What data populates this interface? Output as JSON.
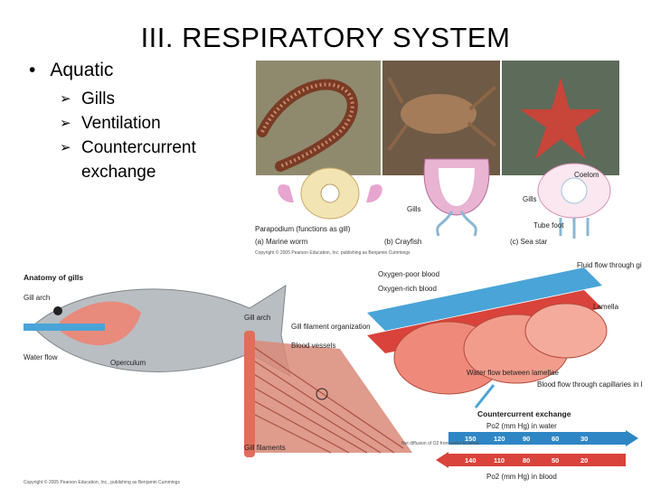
{
  "title": "III.  RESPIRATORY SYSTEM",
  "bullets": {
    "main": "Aquatic",
    "items": [
      "Gills",
      "Ventilation",
      "Countercurrent",
      "exchange"
    ]
  },
  "top_figure": {
    "labels": {
      "parapodium": "Parapodium (functions as gill)",
      "marine_worm": "(a) Marine worm",
      "crayfish": "(b) Crayfish",
      "sea_star": "(c) Sea star",
      "gills_crayfish": "Gills",
      "gills_star": "Gills",
      "coelom": "Coelom",
      "tube_foot": "Tube foot",
      "copyright": "Copyright © 2005 Pearson Education, Inc. publishing as Benjamin Cummings"
    }
  },
  "bottom_figure": {
    "labels": {
      "anatomy": "Anatomy of gills",
      "gill_arch_a": "Gill arch",
      "water_flow": "Water flow",
      "operculum": "Operculum",
      "gill_arch_b": "Gill arch",
      "filament_org": "Gill filament organization",
      "blood_vessels": "Blood vessels",
      "gill_filaments": "Gill filaments",
      "oxygen_poor": "Oxygen-poor blood",
      "oxygen_rich": "Oxygen-rich blood",
      "fluid_flow": "Fluid flow through gill filament",
      "lamella": "Lamella",
      "water_between": "Water flow between lamellae",
      "blood_flow": "Blood flow through capillaries in lamella",
      "countercurrent": "Countercurrent exchange",
      "po2_water": "Po2 (mm Hg) in water",
      "po2_blood": "Po2 (mm Hg) in blood",
      "net_diffusion": "Net diffusion of O2 from water to blood",
      "copyright": "Copyright © 2005 Pearson Education, Inc., publishing as Benjamin Cummings"
    },
    "water_values": [
      "150",
      "120",
      "90",
      "60",
      "30"
    ],
    "blood_values": [
      "140",
      "110",
      "80",
      "50",
      "20"
    ]
  }
}
